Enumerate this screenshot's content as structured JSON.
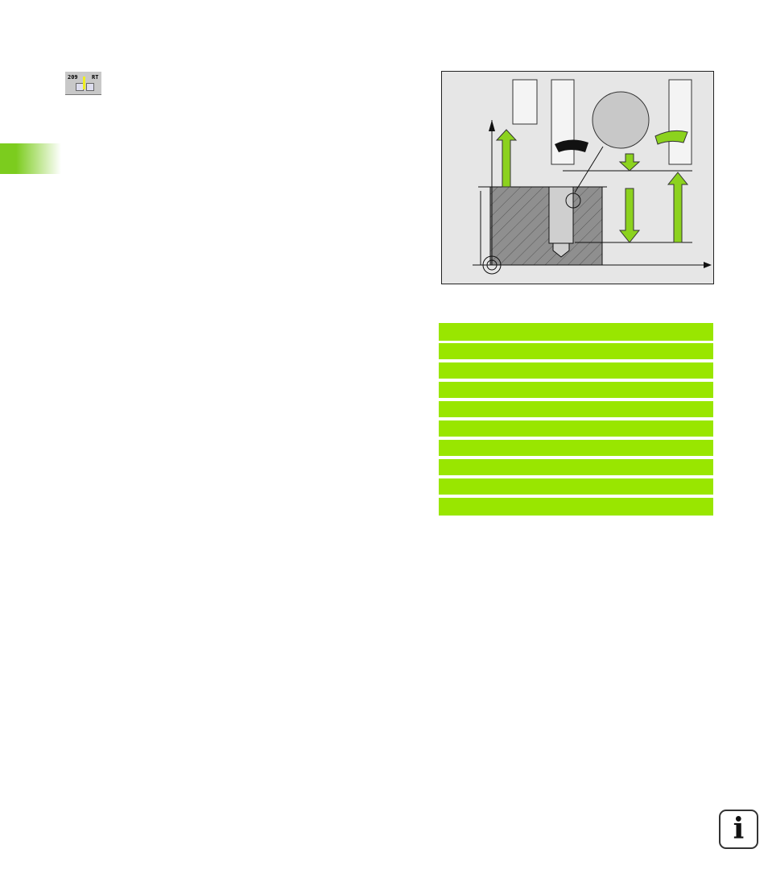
{
  "softkey": {
    "cycle_number": "209",
    "label": "RT"
  },
  "info_icon": {
    "glyph": "i"
  },
  "colors": {
    "accent_green": "#99e600",
    "tab_green": "#7ccc1e",
    "figure_bg": "#e6e6e6"
  },
  "table_rows": 10
}
